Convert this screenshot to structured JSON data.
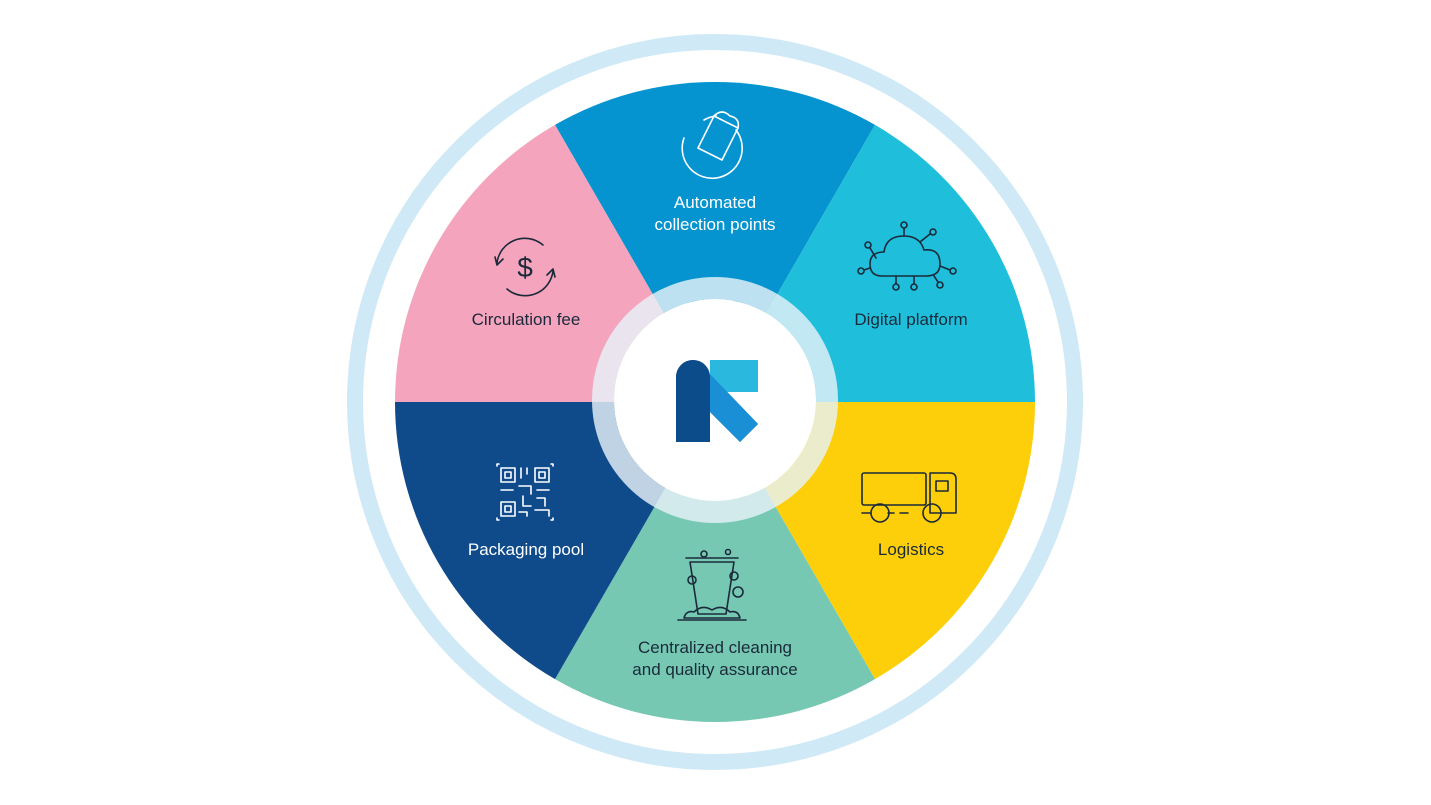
{
  "colors": {
    "outer_ring": "#cfe9f6",
    "automated": "#0594cf",
    "digital": "#1fbfdc",
    "logistics": "#fdcf0a",
    "cleaning": "#76c8b2",
    "packaging": "#0f4b8a",
    "circulation": "#f4a4bd",
    "hub_ring": "#e6f2f8",
    "logo_dark": "#0c4c8a",
    "logo_mid": "#1a6fb5",
    "logo_light": "#2ab8de"
  },
  "segments": [
    {
      "key": "automated",
      "lines": [
        "Automated",
        "collection points"
      ],
      "icon": "cup-drop-icon",
      "text_color": "#ffffff"
    },
    {
      "key": "digital",
      "lines": [
        "Digital platform"
      ],
      "icon": "cloud-network-icon",
      "text_color": "#1a2a3a"
    },
    {
      "key": "logistics",
      "lines": [
        "Logistics"
      ],
      "icon": "truck-icon",
      "text_color": "#1a2a3a"
    },
    {
      "key": "cleaning",
      "lines": [
        "Centralized cleaning",
        "and quality assurance"
      ],
      "icon": "cleaning-cup-icon",
      "text_color": "#1a2a3a"
    },
    {
      "key": "packaging",
      "lines": [
        "Packaging pool"
      ],
      "icon": "qr-code-icon",
      "text_color": "#ffffff"
    },
    {
      "key": "circulation",
      "lines": [
        "Circulation fee"
      ],
      "icon": "dollar-cycle-icon",
      "text_color": "#1a2a3a"
    }
  ],
  "center_logo": "brand-logo-icon"
}
